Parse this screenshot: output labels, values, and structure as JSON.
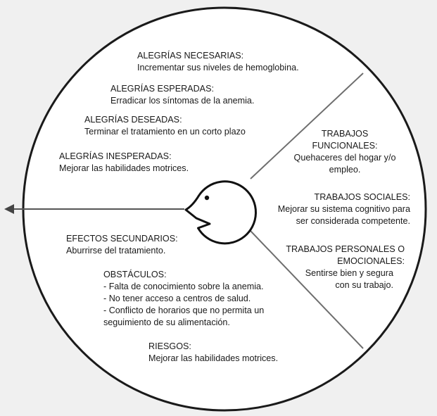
{
  "diagram": {
    "alegrias_necesarias": {
      "title": "ALEGRÍAS NECESARIAS:",
      "text": "Incrementar sus niveles de hemoglobina."
    },
    "alegrias_esperadas": {
      "title": "ALEGRÍAS ESPERADAS:",
      "text": "Erradicar los síntomas de la anemia."
    },
    "alegrias_deseadas": {
      "title": "ALEGRÍAS DESEADAS:",
      "text": "Terminar el tratamiento en un corto plazo"
    },
    "alegrias_inesperadas": {
      "title": "ALEGRÍAS INESPERADAS:",
      "text": "Mejorar las habilidades motrices."
    },
    "efectos_secundarios": {
      "title": "EFECTOS SECUNDARIOS:",
      "text": "Aburrirse del tratamiento."
    },
    "obstaculos": {
      "title": "OBSTÁCULOS:",
      "items": [
        "- Falta de conocimiento sobre la anemia.",
        "- No tener acceso a centros de salud.",
        "- Conflicto de horarios que no permita un",
        "seguimiento de su alimentación."
      ]
    },
    "riesgos": {
      "title": "RIESGOS:",
      "text": "Mejorar las habilidades motrices."
    },
    "trabajos_funcionales": {
      "title_lines": [
        "TRABAJOS",
        "FUNCIONALES:"
      ],
      "text_lines": [
        "Quehaceres del hogar y/o",
        "empleo."
      ]
    },
    "trabajos_sociales": {
      "title": "TRABAJOS SOCIALES:",
      "text_lines": [
        "Mejorar su sistema cognitivo para",
        "ser considerada competente."
      ]
    },
    "trabajos_personales": {
      "title_lines": [
        "TRABAJOS PERSONALES O",
        "EMOCIONALES:"
      ],
      "text_lines": [
        "Sentirse bien y segura",
        "con su trabajo."
      ]
    }
  },
  "colors": {
    "background": "#f0f0f0",
    "circle_fill": "#ffffff",
    "stroke": "#1a1a1a",
    "divider": "#6e6e6e"
  }
}
